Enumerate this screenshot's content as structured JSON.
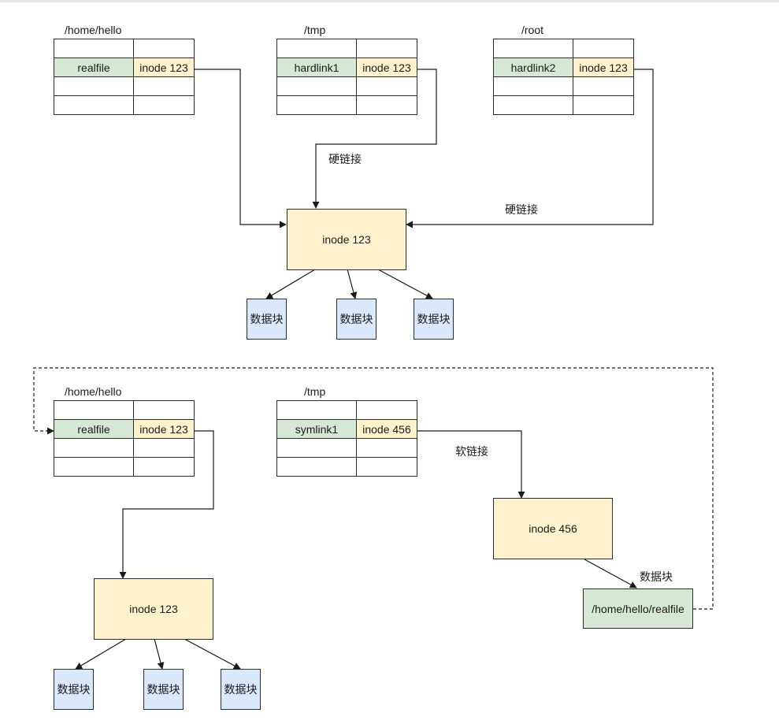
{
  "top": {
    "dirs": [
      {
        "path": "/home/hello",
        "name": "realfile",
        "inode": "inode 123"
      },
      {
        "path": "/tmp",
        "name": "hardlink1",
        "inode": "inode 123"
      },
      {
        "path": "/root",
        "name": "hardlink2",
        "inode": "inode 123"
      }
    ],
    "label_hard_1": "硬链接",
    "label_hard_2": "硬链接",
    "inode": "inode 123",
    "blocks": [
      "数据块",
      "数据块",
      "数据块"
    ]
  },
  "bottom": {
    "dirs": [
      {
        "path": "/home/hello",
        "name": "realfile",
        "inode": "inode 123"
      },
      {
        "path": "/tmp",
        "name": "symlink1",
        "inode": "inode 456"
      }
    ],
    "label_soft": "软链接",
    "inode_real": "inode 123",
    "blocks": [
      "数据块",
      "数据块",
      "数据块"
    ],
    "inode_link": "inode 456",
    "label_data": "数据块",
    "target": "/home/hello/realfile"
  },
  "colors": {
    "name_cell": "#d5e8d4",
    "inode_cell": "#fff2cc",
    "inode_box": "#fff2cc",
    "data_block": "#dae8fc",
    "symlink_target": "#d5e8d4",
    "line": "#1a1a1a"
  }
}
